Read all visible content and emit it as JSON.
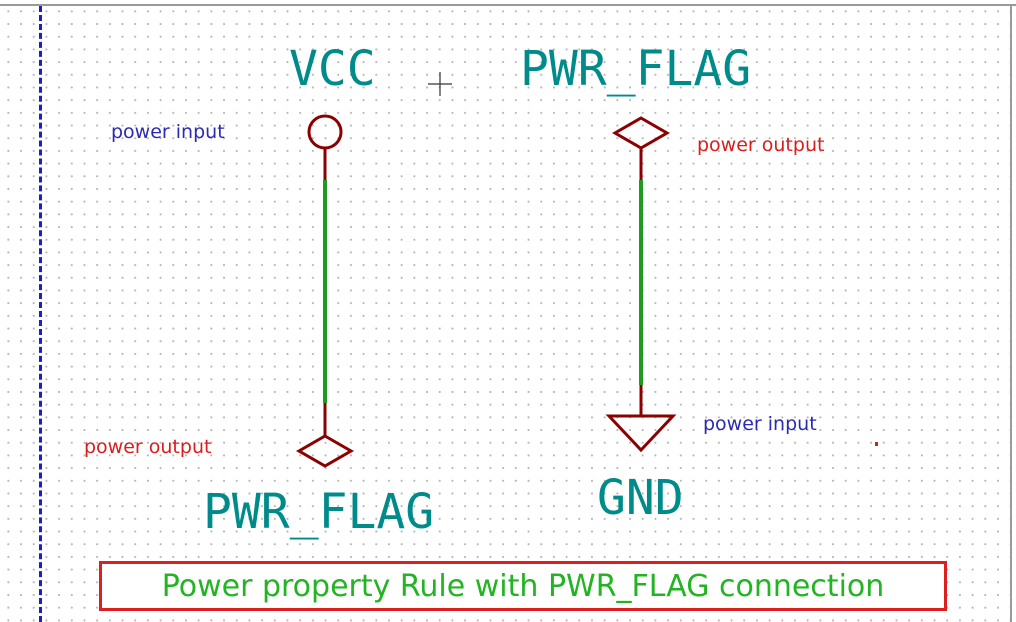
{
  "symbols": {
    "vcc": {
      "net_name": "VCC",
      "pin_type": "power input"
    },
    "pwr_flag_top": {
      "net_name": "PWR_FLAG",
      "pin_type": "power output"
    },
    "pwr_flag_bottom": {
      "net_name": "PWR_FLAG",
      "pin_type": "power output"
    },
    "gnd": {
      "net_name": "GND",
      "pin_type": "power input"
    }
  },
  "caption": "Power property Rule with PWR_FLAG connection",
  "colors": {
    "net_label": "#008b8b",
    "pin_input_label": "#2a2ab4",
    "pin_output_label": "#dc1c1c",
    "symbol_stroke": "#8b0000",
    "wire": "#1e9b1e",
    "sheet_border": "#1c1cd0",
    "caption_text": "#22b422",
    "caption_border": "#dc2020"
  }
}
